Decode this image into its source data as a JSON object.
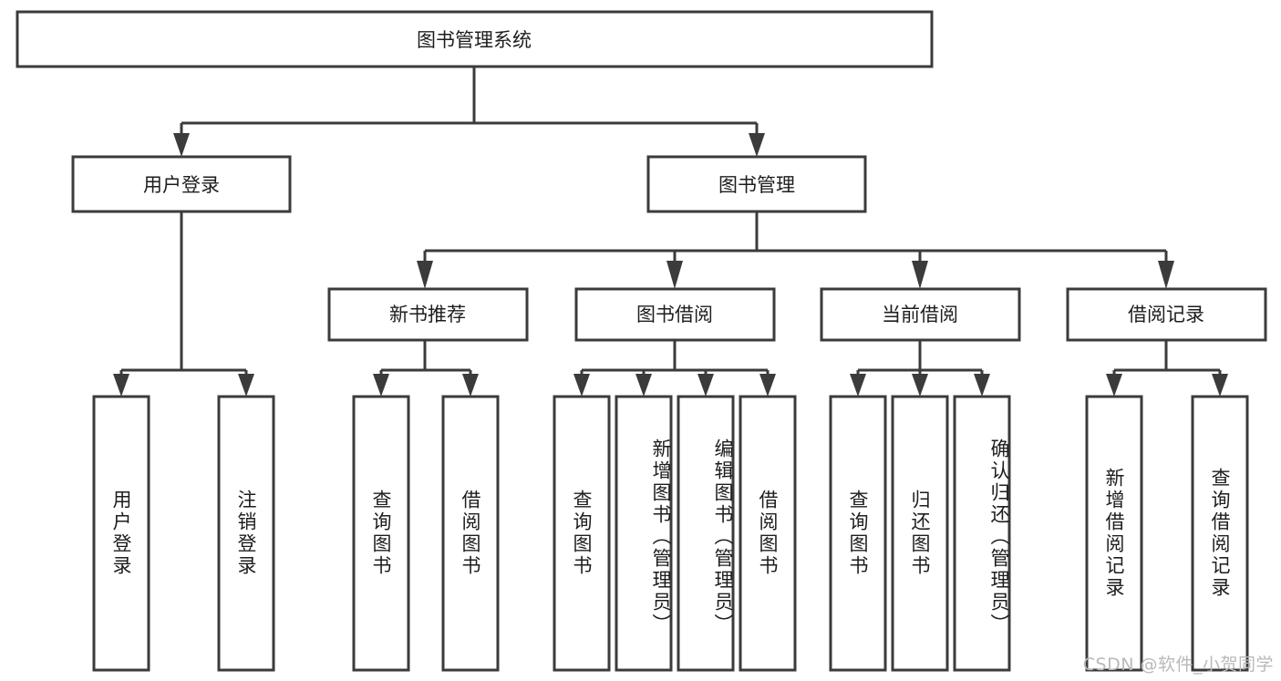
{
  "diagram": {
    "type": "tree-hierarchy",
    "title": "图书管理系统",
    "watermark": "CSDN @软件_小贺同学",
    "colors": {
      "stroke": "#3b3b3b",
      "fill": "#ffffff",
      "text": "#1d1d1d",
      "watermark": "#b9b9b9",
      "background": "#ffffff"
    },
    "root": {
      "label": "图书管理系统",
      "orientation": "horizontal"
    },
    "level2": [
      {
        "label": "用户登录",
        "orientation": "horizontal"
      },
      {
        "label": "图书管理",
        "orientation": "horizontal"
      }
    ],
    "level3": [
      {
        "label": "新书推荐",
        "orientation": "horizontal",
        "parent": "图书管理"
      },
      {
        "label": "图书借阅",
        "orientation": "horizontal",
        "parent": "图书管理"
      },
      {
        "label": "当前借阅",
        "orientation": "horizontal",
        "parent": "图书管理"
      },
      {
        "label": "借阅记录",
        "orientation": "horizontal",
        "parent": "图书管理"
      }
    ],
    "leaves": {
      "user_login": [
        {
          "label": "用户登录",
          "orientation": "vertical"
        },
        {
          "label": "注销登录",
          "orientation": "vertical"
        }
      ],
      "new_book_recommend": [
        {
          "label": "查询图书",
          "orientation": "vertical"
        },
        {
          "label": "借阅图书",
          "orientation": "vertical"
        }
      ],
      "book_borrow": [
        {
          "label": "查询图书",
          "orientation": "vertical"
        },
        {
          "label": "新增图书（管理员）",
          "orientation": "vertical"
        },
        {
          "label": "编辑图书（管理员）",
          "orientation": "vertical"
        },
        {
          "label": "借阅图书",
          "orientation": "vertical"
        }
      ],
      "current_borrow": [
        {
          "label": "查询图书",
          "orientation": "vertical"
        },
        {
          "label": "归还图书",
          "orientation": "vertical"
        },
        {
          "label": "确认归还（管理员）",
          "orientation": "vertical"
        }
      ],
      "borrow_record": [
        {
          "label": "新增借阅记录",
          "orientation": "vertical"
        },
        {
          "label": "查询借阅记录",
          "orientation": "vertical"
        }
      ]
    }
  }
}
